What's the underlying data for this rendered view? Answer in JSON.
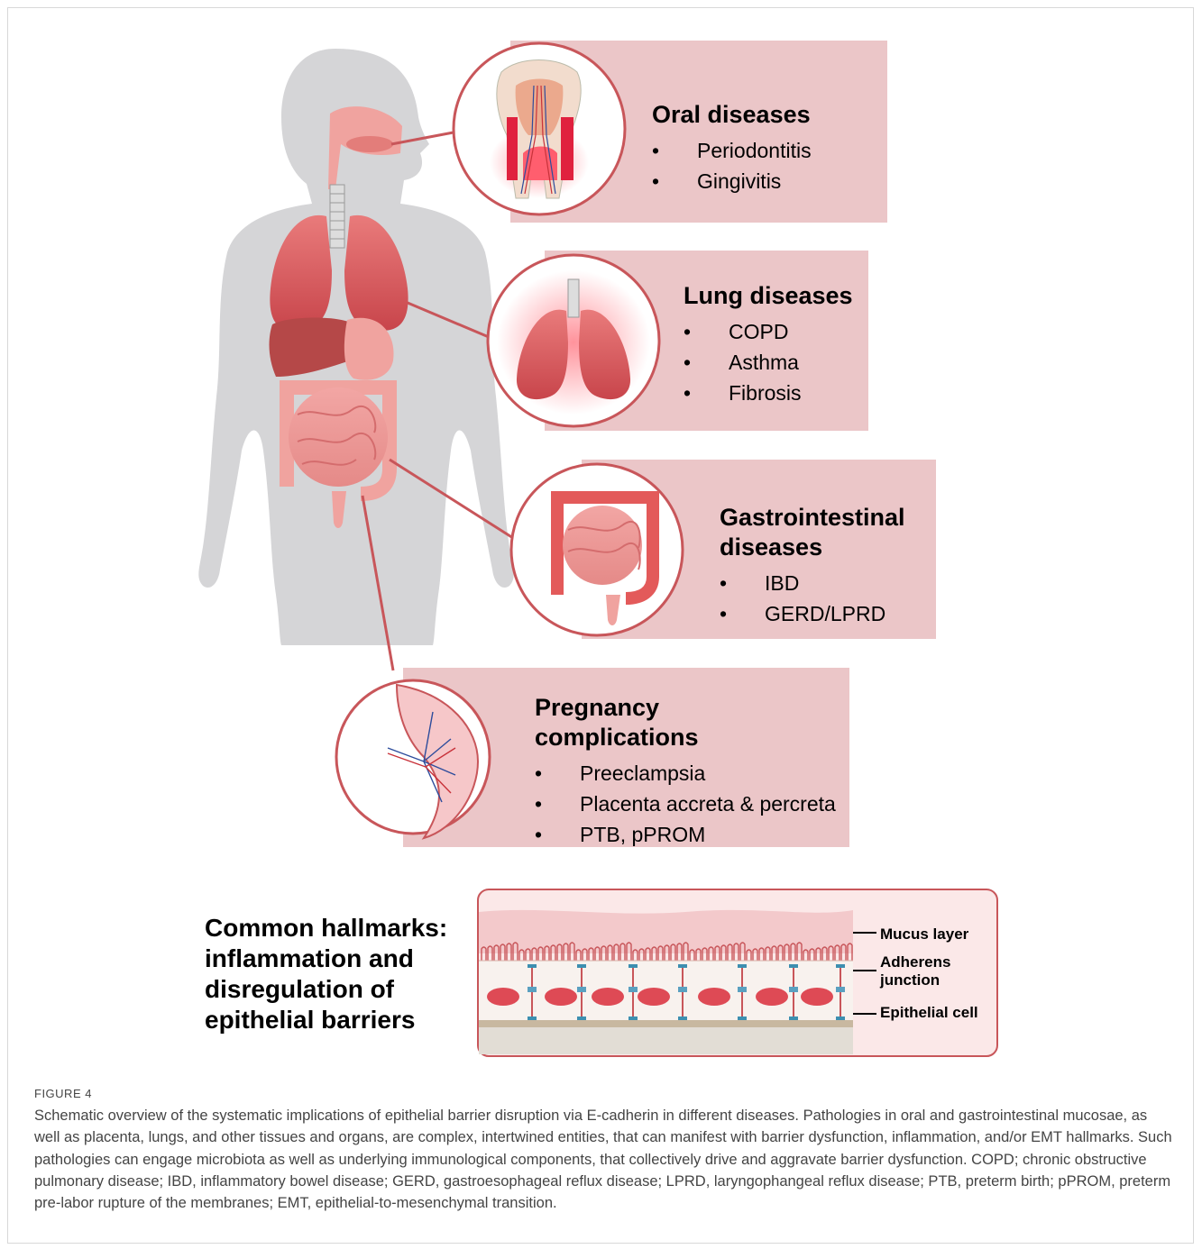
{
  "panels": {
    "oral": {
      "title": "Oral diseases",
      "items": [
        "Periodontitis",
        "Gingivitis"
      ]
    },
    "lung": {
      "title": "Lung diseases",
      "items": [
        "COPD",
        "Asthma",
        "Fibrosis"
      ]
    },
    "gi": {
      "title_line1": "Gastrointestinal",
      "title_line2": "diseases",
      "items": [
        "IBD",
        "GERD/LPRD"
      ]
    },
    "pregnancy": {
      "title_line1": "Pregnancy",
      "title_line2": "complications",
      "items": [
        "Preeclampsia",
        "Placenta accreta & percreta",
        "PTB, pPROM"
      ]
    }
  },
  "hallmarks": {
    "title_lines": [
      "Common hallmarks:",
      "inflammation and",
      "disregulation of",
      "epithelial barriers"
    ],
    "labels": {
      "mucus": "Mucus layer",
      "adherens_line1": "Adherens",
      "adherens_line2": "junction",
      "epithelial": "Epithelial cell"
    }
  },
  "figure_label": "FIGURE 4",
  "caption": "Schematic overview of the systematic implications of epithelial barrier disruption via E-cadherin in different diseases. Pathologies in oral and gastrointestinal mucosae, as well as placenta, lungs, and other tissues and organs, are complex, intertwined entities, that can manifest with barrier dysfunction, inflammation, and/or EMT hallmarks. Such pathologies can engage microbiota as well as underlying immunological components, that collectively drive and aggravate barrier dysfunction. COPD; chronic obstructive pulmonary disease; IBD, inflammatory bowel disease; GERD, gastroesophageal reflux disease; LPRD, laryngophangeal reflux disease; PTB, preterm birth; pPROM, preterm pre-labor rupture of the membranes; EMT, epithelial-to-mesenchymal transition.",
  "colors": {
    "panel_bg": "#ebc6c8",
    "connector": "#c8565a",
    "body_silhouette": "#d5d5d7",
    "hallmark_bg": "#e3e3e6"
  }
}
